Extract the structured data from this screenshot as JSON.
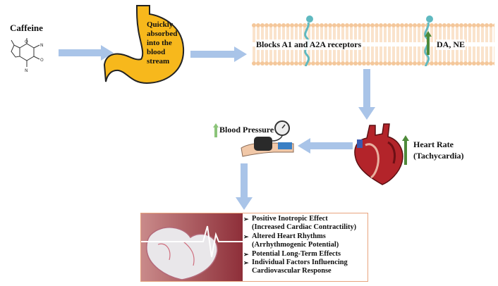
{
  "caffeine": {
    "label": "Caffeine"
  },
  "stomach": {
    "text": [
      "Quickly",
      "absorbed",
      "into the",
      "blood",
      "stream"
    ]
  },
  "membrane": {
    "receptor_text": "Blocks A1 and A2A receptors",
    "neuro_text": "DA, NE"
  },
  "blood_pressure": {
    "label": "Blood Pressure"
  },
  "heart_rate": {
    "line1": "Heart Rate",
    "line2": "(Tachycardia)"
  },
  "effects": {
    "items": [
      {
        "line1": "Positive Inotropic Effect",
        "line2": "(Increased Cardiac Contractility)"
      },
      {
        "line1": "Altered Heart Rhythms",
        "line2": "(Arrhythmogenic Potential)"
      },
      {
        "line1": "Potential Long-Term Effects",
        "line2": ""
      },
      {
        "line1": "Individual Factors Influencing",
        "line2": "Cardiovascular Response"
      }
    ]
  },
  "colors": {
    "arrow_blue": "#a9c4e8",
    "up_arrow_green": "#4e8a3a",
    "stomach_yellow": "#f7b81c",
    "membrane_orange": "#f4c79a",
    "box_border": "#e8a47e"
  }
}
